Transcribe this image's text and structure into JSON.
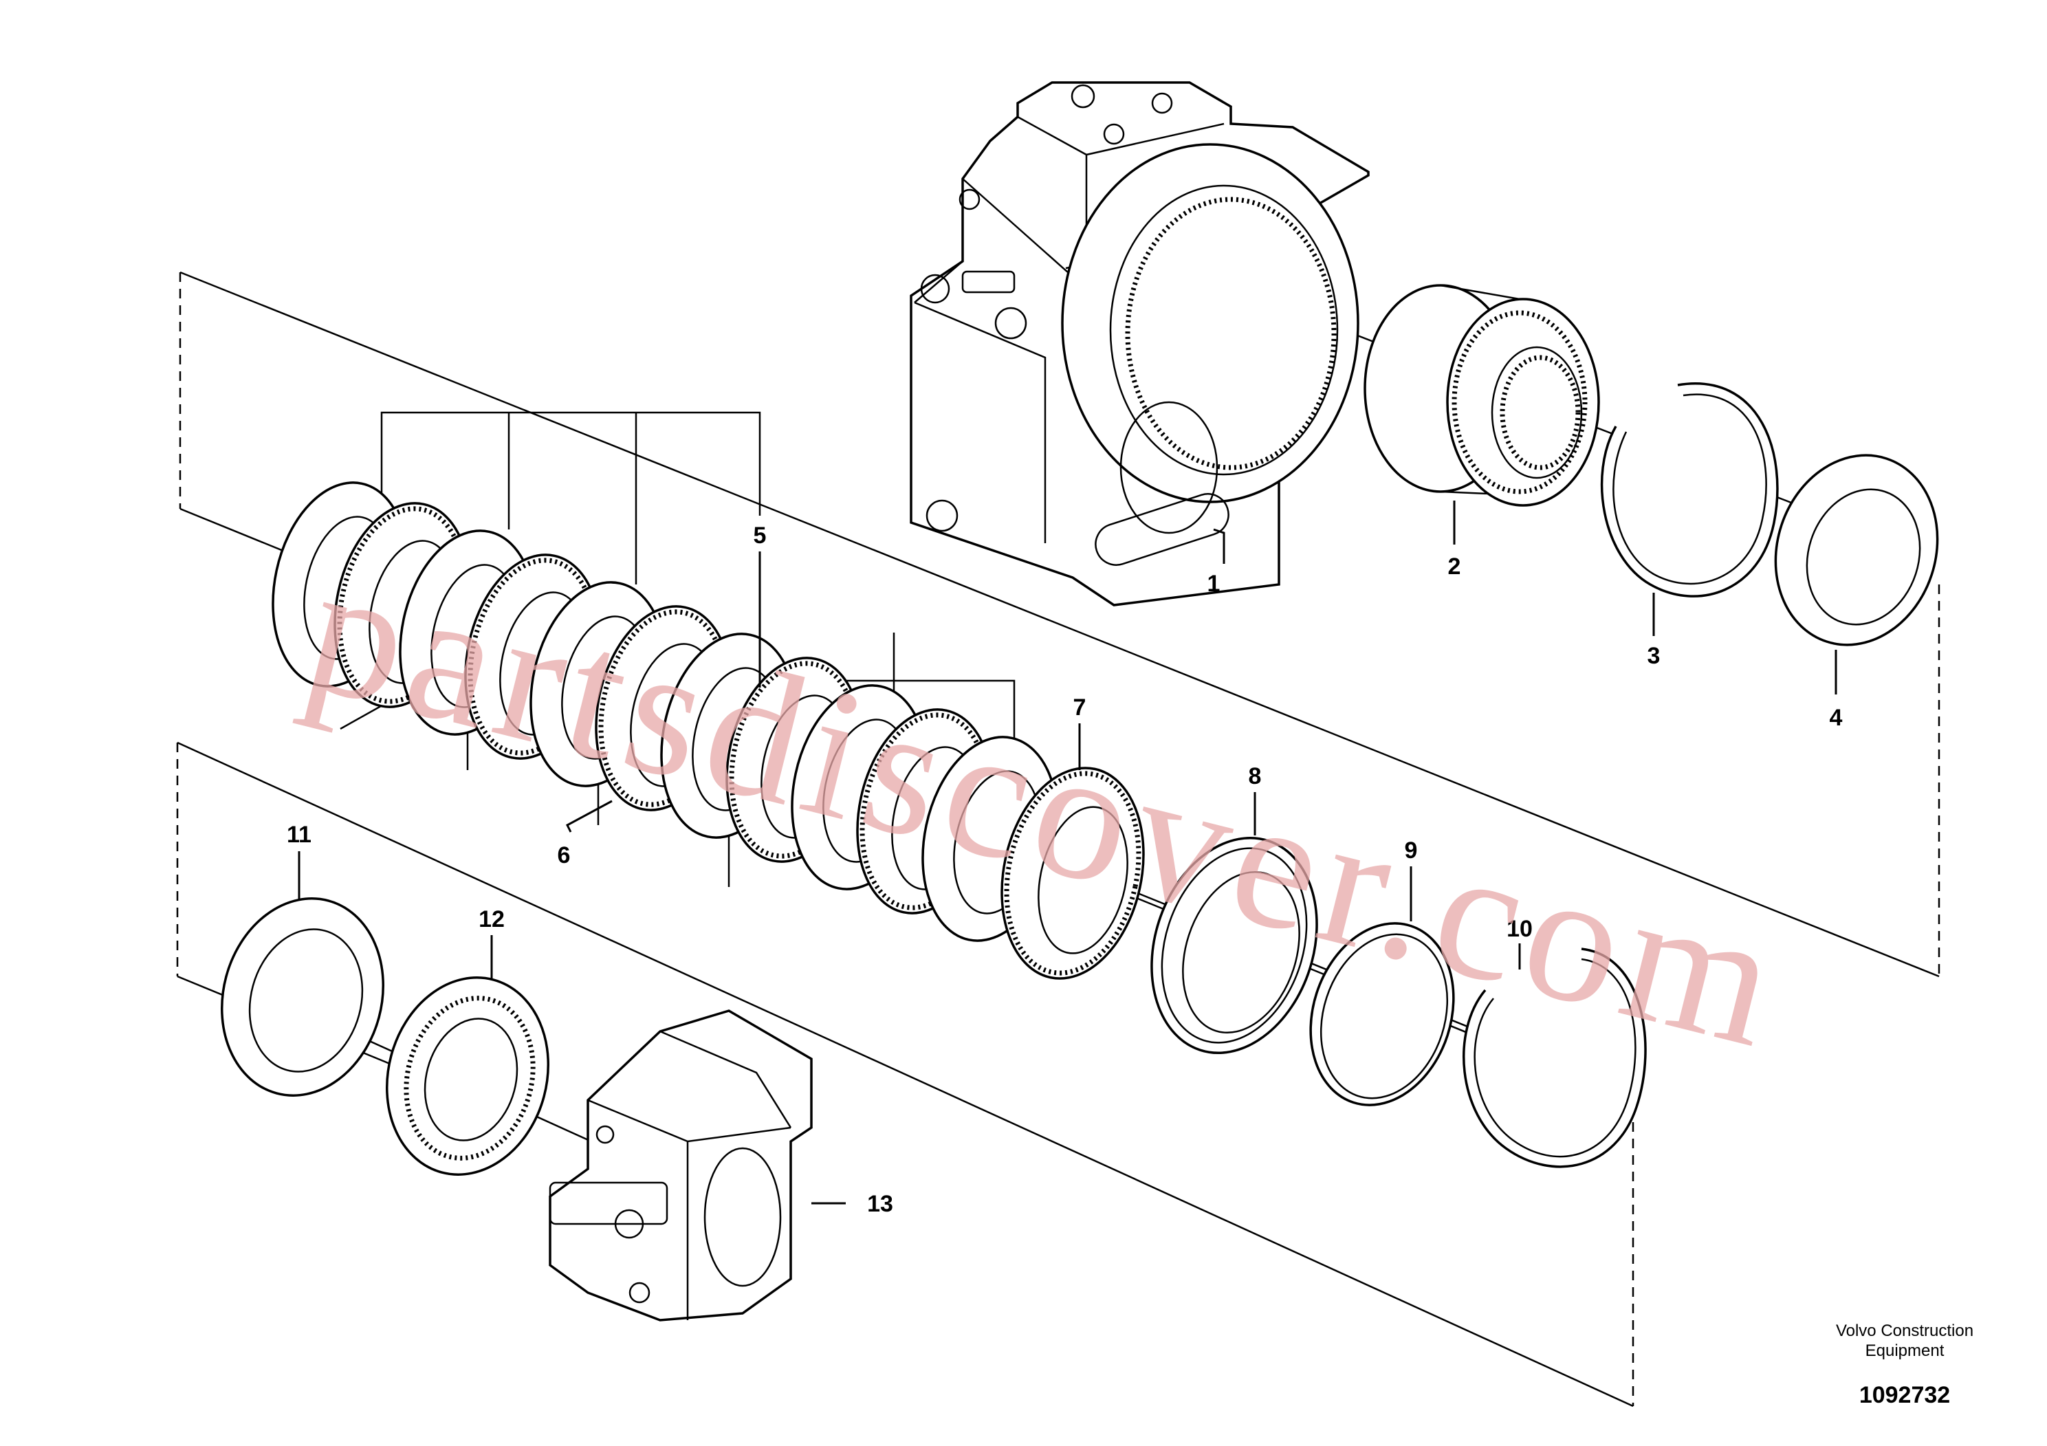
{
  "callouts": [
    {
      "id": "1",
      "label": "1"
    },
    {
      "id": "2",
      "label": "2"
    },
    {
      "id": "3",
      "label": "3"
    },
    {
      "id": "4",
      "label": "4"
    },
    {
      "id": "5",
      "label": "5"
    },
    {
      "id": "6",
      "label": "6"
    },
    {
      "id": "7",
      "label": "7"
    },
    {
      "id": "8",
      "label": "8"
    },
    {
      "id": "9",
      "label": "9"
    },
    {
      "id": "10",
      "label": "10"
    },
    {
      "id": "11",
      "label": "11"
    },
    {
      "id": "12",
      "label": "12"
    },
    {
      "id": "13",
      "label": "13"
    }
  ],
  "watermark": "partsdiscover.com",
  "credit": {
    "line1": "Volvo Construction",
    "line2": "Equipment"
  },
  "doc_number": "1092732"
}
